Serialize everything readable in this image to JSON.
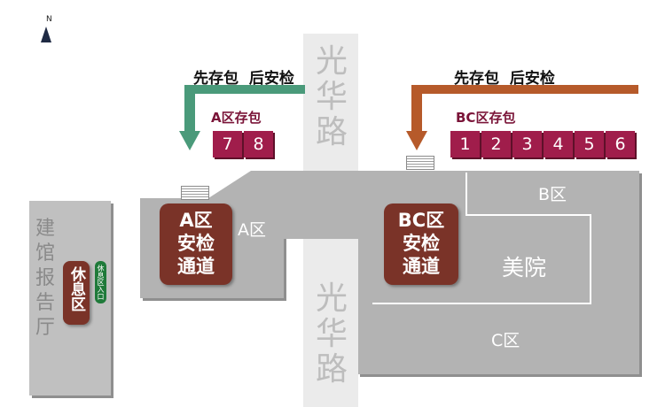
{
  "compass": {
    "label": "N",
    "icon": "north-arrow-icon"
  },
  "road": {
    "name_top": [
      "光",
      "华",
      "路"
    ],
    "name_bottom": [
      "光",
      "华",
      "路"
    ]
  },
  "left_building": {
    "label": [
      "建",
      "馆",
      "报",
      "告",
      "厅"
    ],
    "rest_area": "休息区",
    "rest_entrance": "休息区入口"
  },
  "zone_a": {
    "checkpoint": [
      "A区",
      "安检",
      "通道"
    ],
    "label": "A区"
  },
  "zone_bc": {
    "checkpoint": [
      "BC区",
      "安检",
      "通道"
    ],
    "label_b": "B区",
    "label_c": "C区",
    "museum": "美院"
  },
  "instructions": {
    "left": "先存包  后安检",
    "right": "先存包  后安检"
  },
  "lockers_a": {
    "title": "A区存包",
    "numbers": [
      "7",
      "8"
    ]
  },
  "lockers_bc": {
    "title": "BC区存包",
    "numbers": [
      "1",
      "2",
      "3",
      "4",
      "5",
      "6"
    ]
  },
  "colors": {
    "left_arrow": "#4a9a7a",
    "right_arrow": "#b65a2a",
    "checkpoint": "#7a3328",
    "locker": "#a01d4b"
  }
}
